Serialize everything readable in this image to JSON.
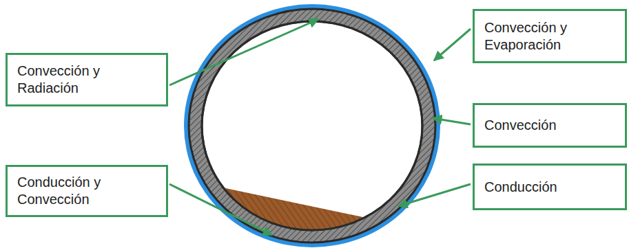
{
  "diagram": {
    "nodes": [
      {
        "text": [
          "Convección y Radiación"
        ]
      },
      {
        "text": [
          "Convección y Evaporación"
        ]
      },
      {
        "text": [
          "Convección"
        ]
      },
      {
        "text": [
          "Conducción y Convección"
        ]
      },
      {
        "text": [
          "Conducción"
        ]
      }
    ]
  }
}
